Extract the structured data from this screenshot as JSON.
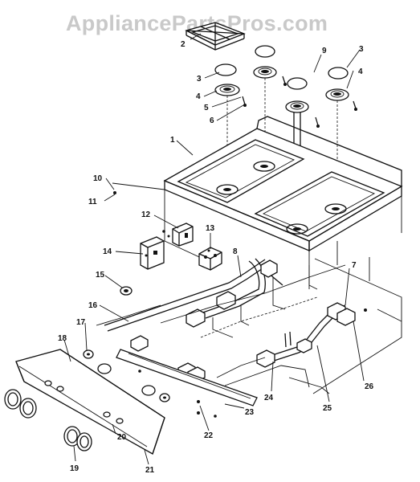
{
  "watermark": "AppliancePartsPros.com",
  "callouts": [
    {
      "id": "c1",
      "label": "1"
    },
    {
      "id": "c2",
      "label": "2"
    },
    {
      "id": "c3a",
      "label": "3"
    },
    {
      "id": "c3b",
      "label": "3"
    },
    {
      "id": "c4a",
      "label": "4"
    },
    {
      "id": "c4b",
      "label": "4"
    },
    {
      "id": "c5",
      "label": "5"
    },
    {
      "id": "c6",
      "label": "6"
    },
    {
      "id": "c7",
      "label": "7"
    },
    {
      "id": "c8",
      "label": "8"
    },
    {
      "id": "c9",
      "label": "9"
    },
    {
      "id": "c10",
      "label": "10"
    },
    {
      "id": "c11",
      "label": "11"
    },
    {
      "id": "c12",
      "label": "12"
    },
    {
      "id": "c13",
      "label": "13"
    },
    {
      "id": "c14",
      "label": "14"
    },
    {
      "id": "c15",
      "label": "15"
    },
    {
      "id": "c16",
      "label": "16"
    },
    {
      "id": "c17",
      "label": "17"
    },
    {
      "id": "c18",
      "label": "18"
    },
    {
      "id": "c19",
      "label": "19"
    },
    {
      "id": "c20",
      "label": "20"
    },
    {
      "id": "c21",
      "label": "21"
    },
    {
      "id": "c22",
      "label": "22"
    },
    {
      "id": "c23",
      "label": "23"
    },
    {
      "id": "c24",
      "label": "24"
    },
    {
      "id": "c25",
      "label": "25"
    },
    {
      "id": "c26",
      "label": "26"
    }
  ]
}
